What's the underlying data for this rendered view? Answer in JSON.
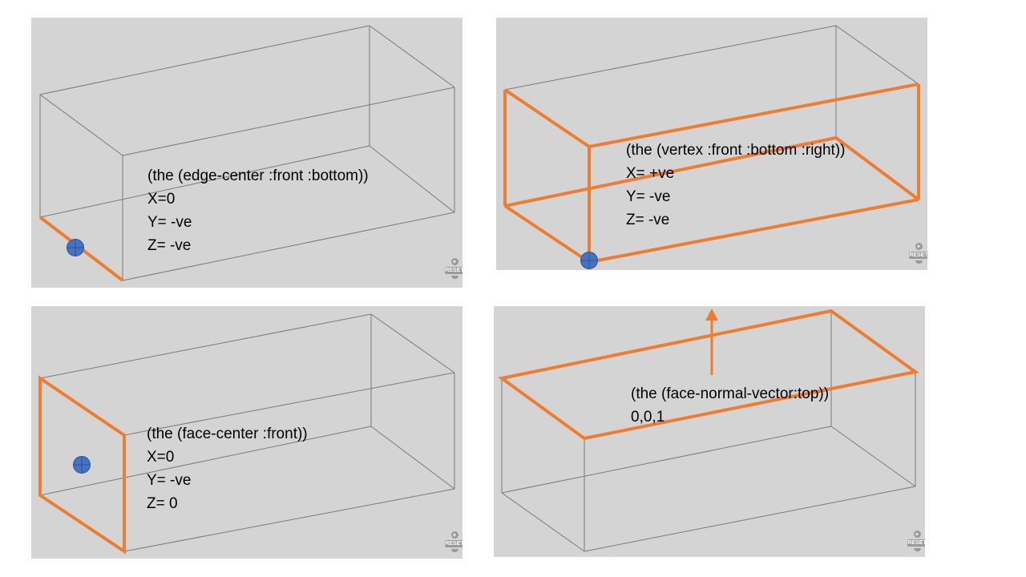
{
  "panels": [
    {
      "caption": [
        "(the (edge-center :front :bottom))",
        "X=0",
        "Y= -ve",
        "Z= -ve"
      ]
    },
    {
      "caption": [
        "(the (vertex :front :bottom :right))",
        "X= +ve",
        "Y= -ve",
        "Z= -ve"
      ]
    },
    {
      "caption": [
        "(the (face-center :front))",
        "X=0",
        "Y= -ve",
        "Z= 0"
      ]
    },
    {
      "caption": [
        "(the (face-normal-vector:top))",
        "0,0,1"
      ]
    }
  ],
  "controls": {
    "zoom_in": "+",
    "reset": "RESET"
  },
  "colors": {
    "panel_background": "#d4d4d4",
    "box_edge": "#7a7a7a",
    "highlight": "#ed7d31",
    "marker_fill": "#4472c4",
    "marker_stroke": "#2f528f"
  }
}
